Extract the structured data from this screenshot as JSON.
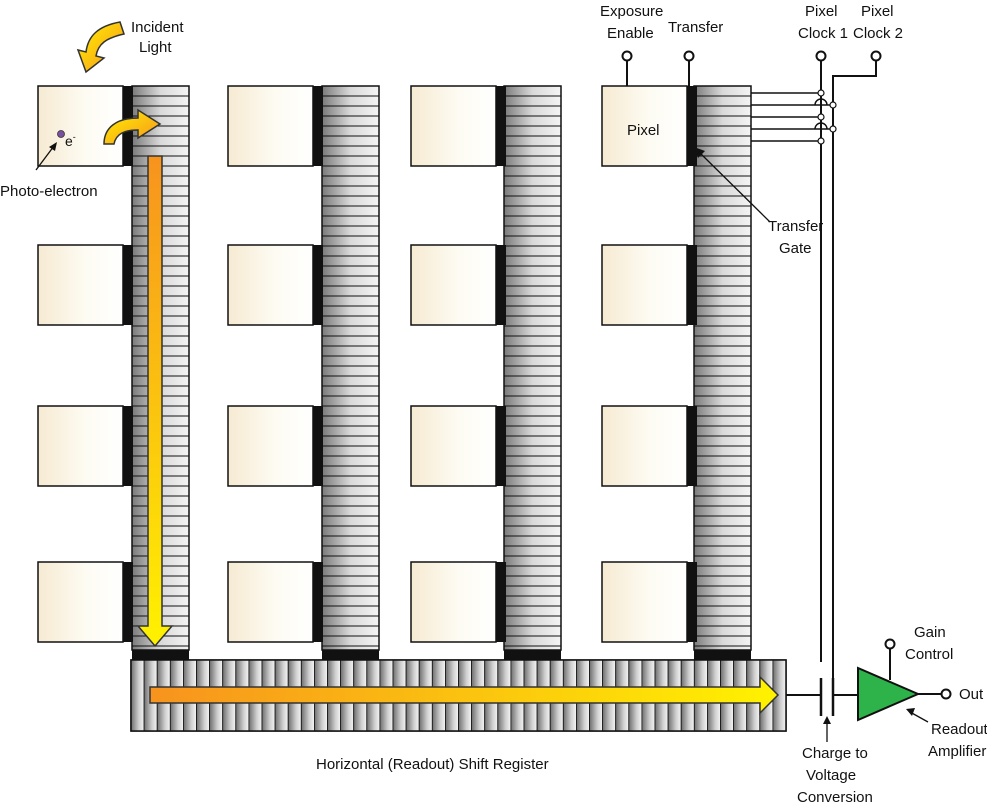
{
  "labels": {
    "incident_light_1": "Incident",
    "incident_light_2": "Light",
    "photo_electron": "Photo-electron",
    "electron_symbol": "e",
    "electron_sup": "-",
    "exposure_enable_1": "Exposure",
    "exposure_enable_2": "Enable",
    "transfer": "Transfer",
    "pixel_clock1_1": "Pixel",
    "pixel_clock1_2": "Clock 1",
    "pixel_clock2_1": "Pixel",
    "pixel_clock2_2": "Clock 2",
    "pixel": "Pixel",
    "transfer_gate_1": "Transfer",
    "transfer_gate_2": "Gate",
    "gain_control_1": "Gain",
    "gain_control_2": "Control",
    "out": "Out",
    "readout_amp_1": "Readout",
    "readout_amp_2": "Amplifier",
    "charge_conv_1": "Charge to",
    "charge_conv_2": "Voltage",
    "charge_conv_3": "Conversion",
    "hsr": "Horizontal (Readout) Shift Register"
  },
  "colors": {
    "arrow_start": "#f7931e",
    "arrow_end": "#fff200",
    "amplifier": "#2eb34a",
    "pixel_light": "#fffef6",
    "pixel_warm": "#f7ecd6"
  }
}
